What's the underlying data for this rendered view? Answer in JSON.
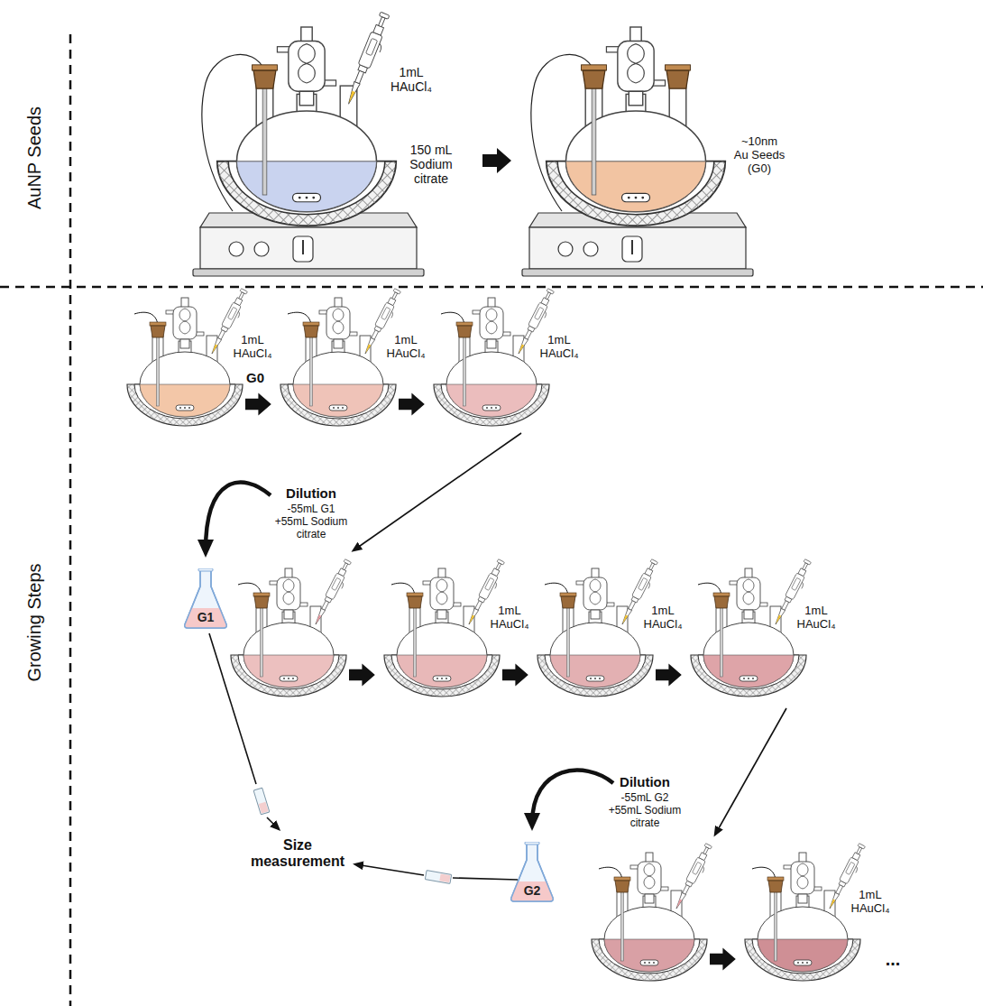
{
  "diagram": {
    "nodes": [
      {
        "text": [
          "G1"
        ]
      },
      {
        "text": [
          "G2"
        ]
      }
    ],
    "labels": [
      "AuNP Seeds",
      "1mL HAuCl₄",
      "150 mL Sodium citrate",
      "~10nm Au Seeds (G0)",
      "Growing Steps",
      "1mL HAuCl₄",
      "1mL HAuCl₄",
      "1mL HAuCl₄",
      "G0",
      "Dilution",
      "-55mL G1 +55mL Sodium citrate",
      "1mL HAuCl₄",
      "1mL HAuCl₄",
      "1mL HAuCl₄",
      "Dilution",
      "-55mL G2 +55mL Sodium citrate",
      "Size measurement",
      "1mL HAuCl₄",
      "..."
    ]
  }
}
